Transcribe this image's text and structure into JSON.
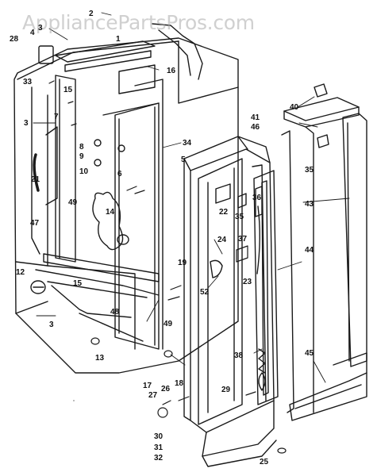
{
  "watermark": "AppliancePartsPros.com",
  "colors": {
    "ink": "#1a1a1a",
    "background": "#ffffff",
    "watermark": "#aaaaaa"
  },
  "labels": [
    "2",
    "3",
    "4",
    "1",
    "28",
    "33",
    "15",
    "16",
    "3",
    "7",
    "8",
    "9",
    "10",
    "21",
    "6",
    "5",
    "34",
    "14",
    "49",
    "47",
    "12",
    "15",
    "3",
    "48",
    "13",
    "19",
    "49",
    "52",
    "17",
    "27",
    "26",
    "18",
    "30",
    "31",
    "32",
    "25",
    "29",
    "22",
    "35",
    "36",
    "24",
    "37",
    "23",
    "38",
    "40",
    "41",
    "46",
    "35",
    "43",
    "44",
    "45"
  ]
}
